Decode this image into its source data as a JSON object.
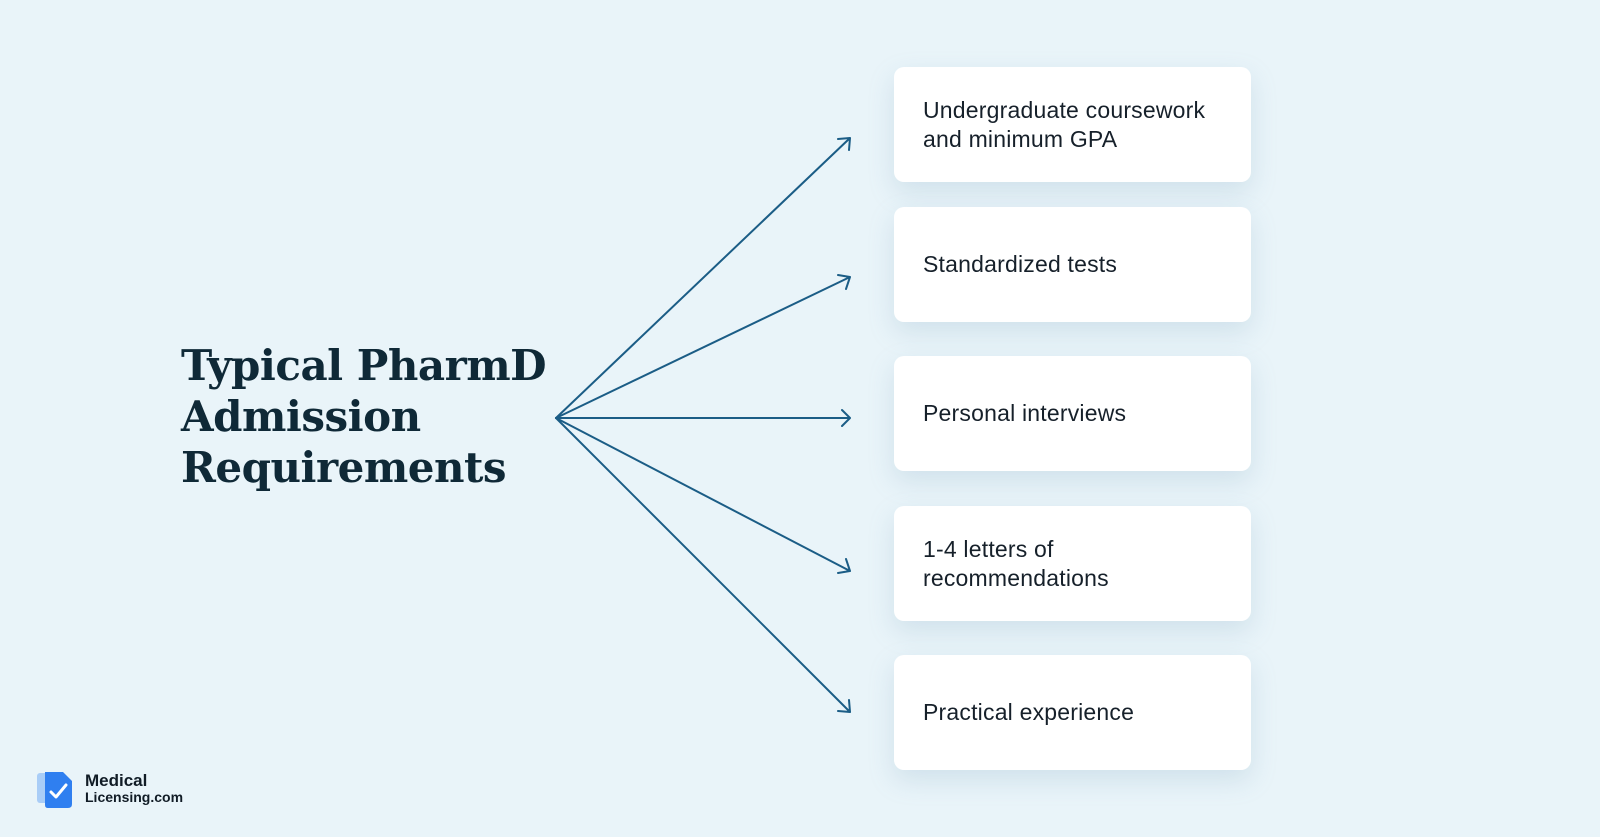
{
  "title_lines": [
    "Typical PharmD",
    "Admission",
    "Requirements"
  ],
  "requirements": [
    "Undergraduate coursework and minimum GPA",
    "Standardized tests",
    "Personal interviews",
    "1-4 letters of recommendations",
    "Practical experience"
  ],
  "logo": {
    "line1": "Medical",
    "line2": "Licensing.com",
    "icon": "document-check-icon"
  },
  "colors": {
    "background": "#e9f4f9",
    "arrow": "#1b5d86",
    "title": "#0f2937",
    "card": "#ffffff",
    "logo_blue": "#2f7ff0",
    "logo_light_blue": "#a9cdf7"
  }
}
